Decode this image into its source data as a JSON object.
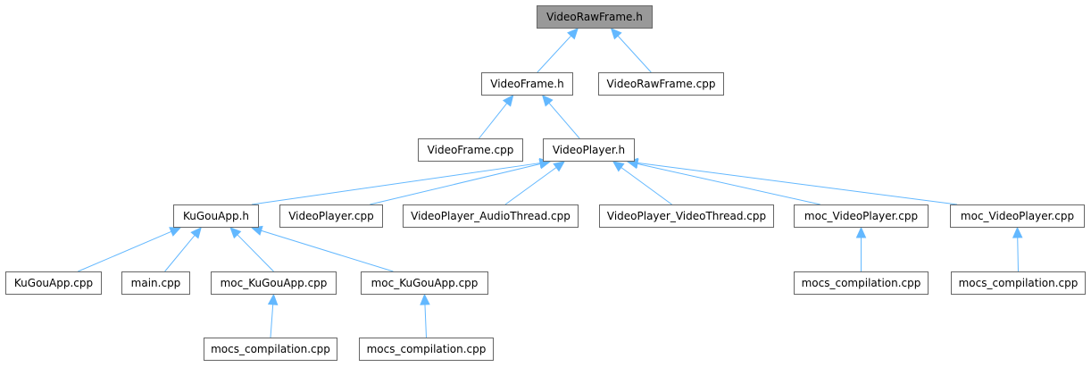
{
  "colors": {
    "edge": "#63b8ff",
    "node_border": "#666666",
    "node_fill": "#ffffff",
    "root_fill": "#999999"
  },
  "nodes": [
    {
      "id": "videorawframe-h",
      "label": "VideoRawFrame.h",
      "root": true
    },
    {
      "id": "videoframe-h",
      "label": "VideoFrame.h"
    },
    {
      "id": "videorawframe-cpp",
      "label": "VideoRawFrame.cpp"
    },
    {
      "id": "videoframe-cpp",
      "label": "VideoFrame.cpp"
    },
    {
      "id": "videoplayer-h",
      "label": "VideoPlayer.h"
    },
    {
      "id": "kugouapp-h",
      "label": "KuGouApp.h"
    },
    {
      "id": "videoplayer-cpp",
      "label": "VideoPlayer.cpp"
    },
    {
      "id": "videoplayer-audiothread-cpp",
      "label": "VideoPlayer_AudioThread.cpp"
    },
    {
      "id": "videoplayer-videothread-cpp",
      "label": "VideoPlayer_VideoThread.cpp"
    },
    {
      "id": "moc-videoplayer-cpp-1",
      "label": "moc_VideoPlayer.cpp"
    },
    {
      "id": "moc-videoplayer-cpp-2",
      "label": "moc_VideoPlayer.cpp"
    },
    {
      "id": "kugouapp-cpp",
      "label": "KuGouApp.cpp"
    },
    {
      "id": "main-cpp",
      "label": "main.cpp"
    },
    {
      "id": "moc-kugouapp-cpp-1",
      "label": "moc_KuGouApp.cpp"
    },
    {
      "id": "moc-kugouapp-cpp-2",
      "label": "moc_KuGouApp.cpp"
    },
    {
      "id": "mocs-compilation-cpp-1",
      "label": "mocs_compilation.cpp"
    },
    {
      "id": "mocs-compilation-cpp-2",
      "label": "mocs_compilation.cpp"
    },
    {
      "id": "mocs-compilation-cpp-3",
      "label": "mocs_compilation.cpp"
    },
    {
      "id": "mocs-compilation-cpp-4",
      "label": "mocs_compilation.cpp"
    }
  ],
  "edges": [
    {
      "from": "videoframe-h",
      "to": "videorawframe-h"
    },
    {
      "from": "videorawframe-cpp",
      "to": "videorawframe-h"
    },
    {
      "from": "videoframe-cpp",
      "to": "videoframe-h"
    },
    {
      "from": "videoplayer-h",
      "to": "videoframe-h"
    },
    {
      "from": "kugouapp-h",
      "to": "videoplayer-h"
    },
    {
      "from": "videoplayer-cpp",
      "to": "videoplayer-h"
    },
    {
      "from": "videoplayer-audiothread-cpp",
      "to": "videoplayer-h"
    },
    {
      "from": "videoplayer-videothread-cpp",
      "to": "videoplayer-h"
    },
    {
      "from": "moc-videoplayer-cpp-1",
      "to": "videoplayer-h"
    },
    {
      "from": "moc-videoplayer-cpp-2",
      "to": "videoplayer-h"
    },
    {
      "from": "kugouapp-cpp",
      "to": "kugouapp-h"
    },
    {
      "from": "main-cpp",
      "to": "kugouapp-h"
    },
    {
      "from": "moc-kugouapp-cpp-1",
      "to": "kugouapp-h"
    },
    {
      "from": "moc-kugouapp-cpp-2",
      "to": "kugouapp-h"
    },
    {
      "from": "mocs-compilation-cpp-1",
      "to": "moc-kugouapp-cpp-1"
    },
    {
      "from": "mocs-compilation-cpp-2",
      "to": "moc-kugouapp-cpp-2"
    },
    {
      "from": "mocs-compilation-cpp-3",
      "to": "moc-videoplayer-cpp-1"
    },
    {
      "from": "mocs-compilation-cpp-4",
      "to": "moc-videoplayer-cpp-2"
    }
  ]
}
